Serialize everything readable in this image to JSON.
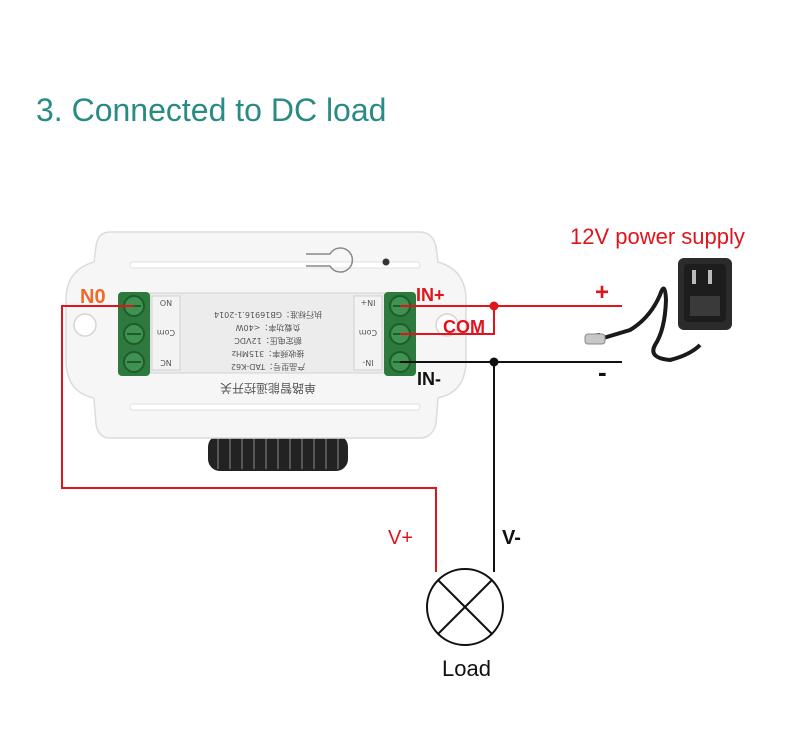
{
  "title": "3. Connected to DC load",
  "power_supply": {
    "label": "12V power supply",
    "plus": "+",
    "minus": "-"
  },
  "module": {
    "terminal_left": {
      "no": "N0"
    },
    "terminal_right": {
      "in_plus": "IN+",
      "com": "COM",
      "in_minus": "IN-"
    },
    "silk_left": [
      "NO",
      "Com",
      "NC"
    ],
    "silk_right": [
      "IN+",
      "Com",
      "IN-"
    ],
    "silk_text": [
      "产品型号：TAD-K62",
      "接收频率：315MHz",
      "额定电压：12VDC",
      "负载功率：<40W",
      "执行标准：GB16916.1-2014",
      "单路智能遥控开关"
    ]
  },
  "load": {
    "label": "Load",
    "v_plus": "V+",
    "v_minus": "V-"
  },
  "colors": {
    "title": "#2a8a84",
    "wire_red": "#e0141b",
    "wire_black": "#111111",
    "terminal_green": "#2e7a3e"
  }
}
